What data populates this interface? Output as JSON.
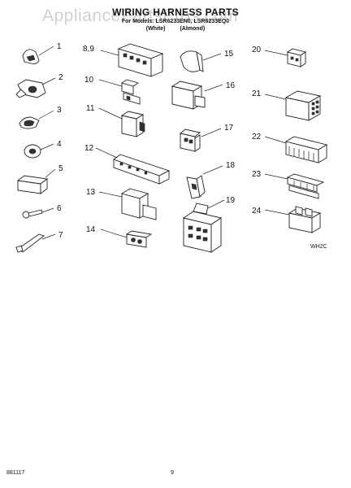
{
  "header": {
    "title": "WIRING HARNESS PARTS",
    "for_prefix": "For Models:",
    "models": "LSR6233EN0, LSR6233EQ0",
    "color_1": "(White)",
    "color_2": "(Almond)"
  },
  "watermark": "AppliancePartsPros.com",
  "parts": [
    {
      "label": "1"
    },
    {
      "label": "2"
    },
    {
      "label": "3"
    },
    {
      "label": "4"
    },
    {
      "label": "5"
    },
    {
      "label": "6"
    },
    {
      "label": "7"
    },
    {
      "label": "8,9"
    },
    {
      "label": "10"
    },
    {
      "label": "11"
    },
    {
      "label": "12"
    },
    {
      "label": "13"
    },
    {
      "label": "14"
    },
    {
      "label": "15"
    },
    {
      "label": "16"
    },
    {
      "label": "17"
    },
    {
      "label": "18"
    },
    {
      "label": "19"
    },
    {
      "label": "20"
    },
    {
      "label": "21"
    },
    {
      "label": "22"
    },
    {
      "label": "23"
    },
    {
      "label": "24"
    }
  ],
  "diagram_code": "WH2C",
  "footer": {
    "doc_number": "881117",
    "page_number": "9"
  }
}
